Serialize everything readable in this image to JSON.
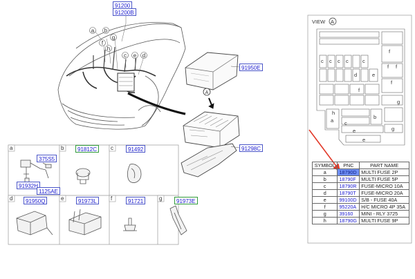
{
  "main_pncs": {
    "p91200": "91200",
    "p91200b": "91200B",
    "p91950e": "91950E",
    "p91298c": "91298C"
  },
  "view_letter": "A",
  "callouts": [
    "a",
    "b",
    "c",
    "d",
    "e",
    "f",
    "g",
    "h"
  ],
  "detail_cells": [
    {
      "letter": "a",
      "parts": [
        "375S5",
        "91932H",
        "1125AE"
      ]
    },
    {
      "letter": "b",
      "parts": [
        "91812C"
      ]
    },
    {
      "letter": "c",
      "parts": [
        "91492"
      ]
    },
    {
      "letter": "d",
      "parts": [
        "91950Q"
      ]
    },
    {
      "letter": "e",
      "parts": [
        "91973L"
      ]
    },
    {
      "letter": "f",
      "parts": [
        "91721"
      ]
    },
    {
      "letter": "g",
      "parts": [
        "91973E"
      ]
    }
  ],
  "right_panel": {
    "view_label": "VIEW",
    "view_circle": "A",
    "fuse_marks": [
      "c",
      "c",
      "c",
      "c",
      "d",
      "c",
      "e",
      "f",
      "f",
      "f",
      "f",
      "f",
      "h",
      "g",
      "a",
      "b",
      "c",
      "e",
      "e",
      "g"
    ],
    "table": {
      "headers": [
        "SYMBOL",
        "PNC",
        "PART NAME"
      ],
      "rows": [
        {
          "symbol": "a",
          "pnc": "18790D",
          "name": "MULTI FUSE 2P"
        },
        {
          "symbol": "b",
          "pnc": "18790F",
          "name": "MULTI FUSE 5P"
        },
        {
          "symbol": "c",
          "pnc": "18790R",
          "name": "FUSE-MICRO 10A"
        },
        {
          "symbol": "d",
          "pnc": "18790T",
          "name": "FUSE-MICRO 20A"
        },
        {
          "symbol": "e",
          "pnc": "99100D",
          "name": "S/B - FUSE 40A"
        },
        {
          "symbol": "f",
          "pnc": "95220A",
          "name": "H/C MICRO 4P 35A"
        },
        {
          "symbol": "g",
          "pnc": "39160",
          "name": "MINI - RLY 3725"
        },
        {
          "symbol": "h",
          "pnc": "18790G",
          "name": "MULTI FUSE 9P"
        }
      ]
    }
  },
  "colors": {
    "pnc_text": "#1b1bd0",
    "pnc_border": "#4a55c8",
    "pnc_border_green": "#2f9a3a",
    "highlight": "#6f8ff5",
    "pointer_arrow": "#e23a2a"
  }
}
